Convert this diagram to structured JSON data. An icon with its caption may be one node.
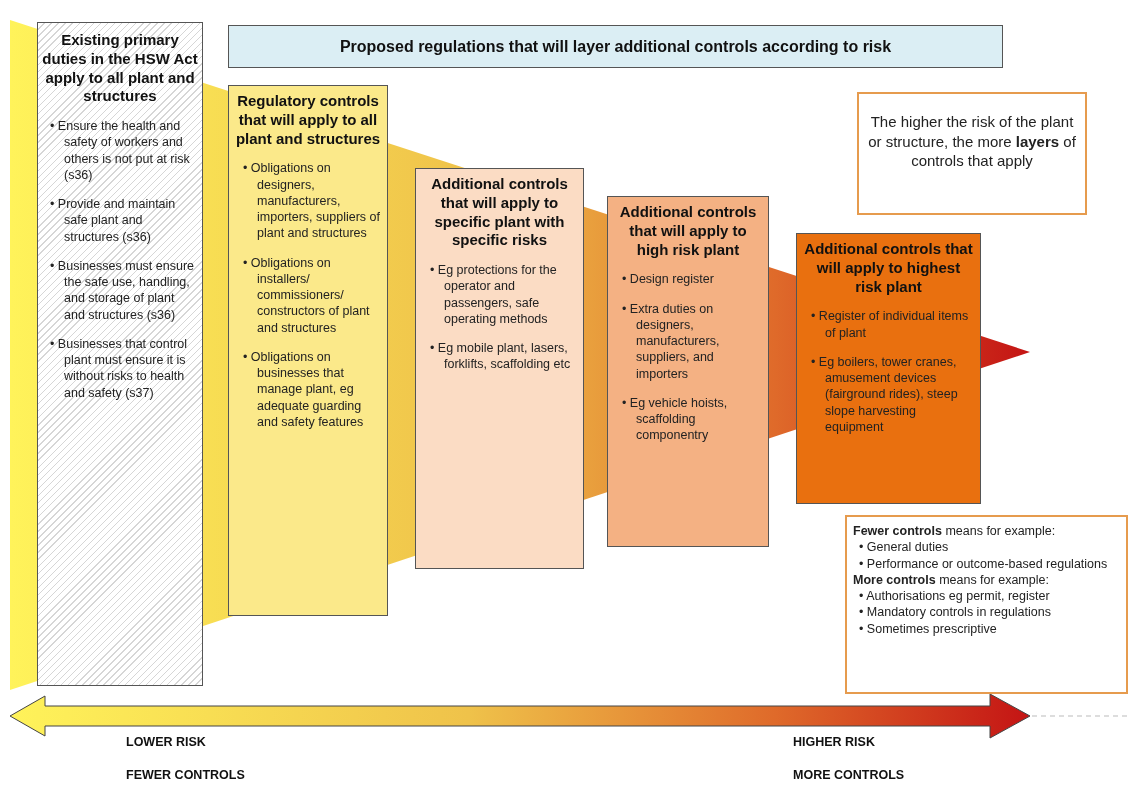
{
  "diagram": {
    "title": "Proposed regulations that will layer additional controls according to risk",
    "nodes": [
      {
        "text": [
          "Existing primary duties in the HSW Act apply to all plant and structures",
          "• Ensure the health and safety of workers and others is not put at risk (s36)",
          "• Provide and maintain safe plant and structures (s36)",
          "• Businesses must ensure the safe use, handling, and storage of plant and structures (s36)",
          "• Businesses that control plant must ensure it is without risks to health and safety (s37)"
        ]
      },
      {
        "text": [
          "Regulatory controls that will apply to all plant and structures",
          "• Obligations on designers, manufacturers, importers, suppliers of plant and structures",
          "• Obligations on installers/ commissioners/ constructors of plant and structures",
          "• Obligations on businesses that manage plant, eg adequate guarding and safety features"
        ]
      },
      {
        "text": [
          "Additional controls that will apply to specific plant with specific risks",
          "• Eg protections for the operator and passengers, safe operating methods",
          "• Eg mobile plant, lasers, forklifts, scaffolding etc"
        ]
      },
      {
        "text": [
          "Additional controls that will apply to high risk plant",
          "• Design register",
          "• Extra duties on designers, manufacturers, suppliers, and importers",
          "• Eg vehicle hoists, scaffolding componentry"
        ]
      },
      {
        "text": [
          "Additional controls that will apply to highest risk plant",
          "• Register of individual items of plant",
          "• Eg boilers, tower cranes, amusement devices (fairground rides), steep slope harvesting equipment"
        ]
      },
      {
        "text": [
          "The higher the risk of the plant or structure, the more **layers** of controls that apply"
        ]
      },
      {
        "text": [
          "**Fewer controls** means for example:",
          "• General duties",
          "• Performance or outcome-based regulations",
          "**More controls** means for example:",
          "• Authorisations eg permit, register",
          "• Mandatory controls in regulations",
          "• Sometimes prescriptive"
        ]
      }
    ],
    "labels": [
      "LOWER RISK",
      "FEWER CONTROLS",
      "HIGHER RISK",
      "MORE CONTROLS"
    ]
  }
}
